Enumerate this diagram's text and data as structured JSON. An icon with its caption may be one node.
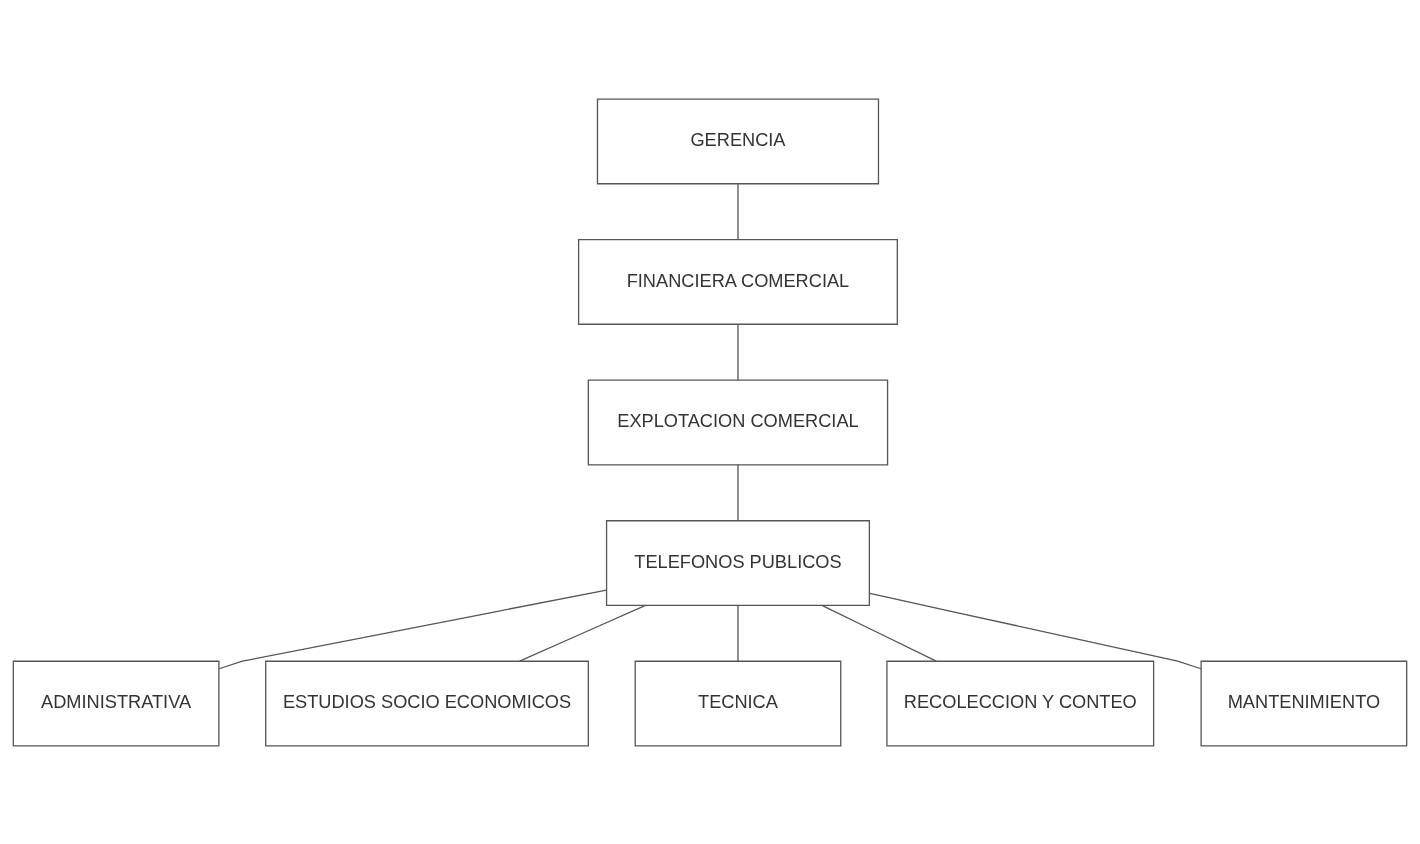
{
  "diagram": {
    "nodes": [
      {
        "text": [
          "GERENCIA"
        ]
      },
      {
        "text": [
          "FINANCIERA COMERCIAL"
        ]
      },
      {
        "text": [
          "EXPLOTACION COMERCIAL"
        ]
      },
      {
        "text": [
          "TELEFONOS PUBLICOS"
        ]
      },
      {
        "text": [
          "ADMINISTRATIVA"
        ]
      },
      {
        "text": [
          "ESTUDIOS SOCIO ECONOMICOS"
        ]
      },
      {
        "text": [
          "TECNICA"
        ]
      },
      {
        "text": [
          "RECOLECCION Y CONTEO"
        ]
      },
      {
        "text": [
          "MANTENIMIENTO"
        ]
      }
    ],
    "edges": [
      {
        "from": 0,
        "to": 1,
        "arrow": "none"
      },
      {
        "from": 1,
        "to": 2,
        "arrow": "none"
      },
      {
        "from": 2,
        "to": 3,
        "arrow": "none"
      },
      {
        "from": 3,
        "to": 4,
        "arrow": "none"
      },
      {
        "from": 3,
        "to": 5,
        "arrow": "none"
      },
      {
        "from": 3,
        "to": 6,
        "arrow": "none"
      },
      {
        "from": 3,
        "to": 7,
        "arrow": "none"
      },
      {
        "from": 3,
        "to": 8,
        "arrow": "none"
      }
    ]
  }
}
